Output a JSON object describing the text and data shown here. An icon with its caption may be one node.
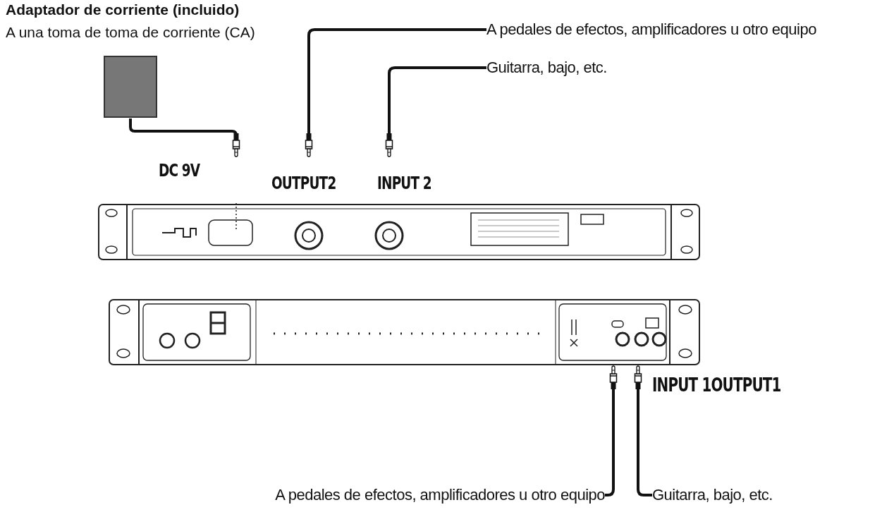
{
  "diagram": {
    "nodes": [
      {
        "text": [
          "Adaptador de corriente (incluido)",
          "A una toma de toma de corriente (CA)"
        ]
      },
      {
        "text": [],
        "shape": "picture",
        "beside": [
          "DC 9V",
          "OUTPUT2",
          "INPUT 2"
        ]
      },
      {
        "text": [],
        "shape": "picture"
      },
      {
        "text": [
          "A pedales de efectos, amplificadores u otro equipo"
        ]
      },
      {
        "text": [
          "Guitarra, bajo, etc."
        ]
      },
      {
        "text": [
          "A pedales de efectos, amplificadores u otro equipo"
        ]
      },
      {
        "text": [
          "Guitarra, bajo, etc."
        ]
      }
    ],
    "edges": [
      {
        "from": 0,
        "to": 1,
        "arrow": "other"
      },
      {
        "from": 3,
        "to": 1,
        "arrow": "other"
      },
      {
        "from": 4,
        "to": 1,
        "arrow": "other"
      },
      {
        "from": 5,
        "to": 2,
        "arrow": "other"
      },
      {
        "from": 6,
        "to": 2,
        "arrow": "other"
      }
    ],
    "labels": [
      "INPUT 1OUTPUT1"
    ]
  }
}
